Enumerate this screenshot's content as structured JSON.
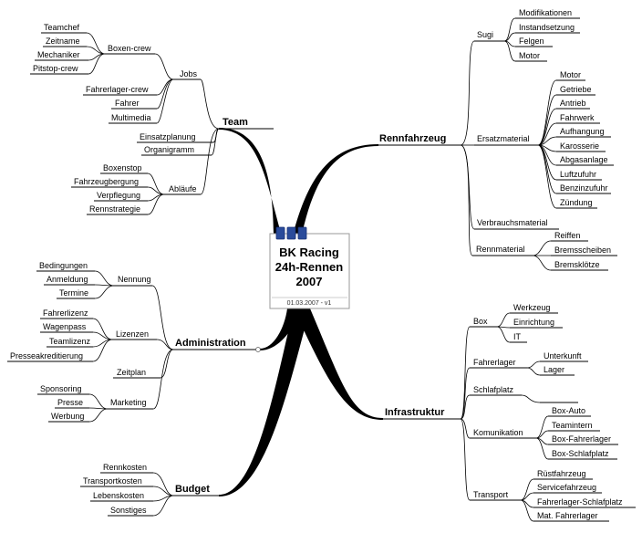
{
  "center": {
    "line1": "BK Racing",
    "line2": "24h-Rennen",
    "line3": "2007",
    "date": "01.03.2007 - v1"
  },
  "team": {
    "label": "Team",
    "jobs": {
      "label": "Jobs",
      "boxen_crew": {
        "label": "Boxen-crew",
        "items": [
          "Teamchef",
          "Zeitname",
          "Mechaniker",
          "Pitstop-crew"
        ]
      },
      "items": [
        "Fahrerlager-crew",
        "Fahrer",
        "Multimedia"
      ]
    },
    "einsatzplanung": "Einsatzplanung",
    "organigramm": "Organigramm",
    "ablaeufe": {
      "label": "Abläufe",
      "items": [
        "Boxenstop",
        "Fahrzeugbergung",
        "Verpflegung",
        "Rennstrategie"
      ]
    }
  },
  "administration": {
    "label": "Administration",
    "nennung": {
      "label": "Nennung",
      "items": [
        "Bedingungen",
        "Anmeldung",
        "Termine"
      ]
    },
    "lizenzen": {
      "label": "Lizenzen",
      "items": [
        "Fahrerlizenz",
        "Wagenpass",
        "Teamlizenz",
        "Presseakreditierung"
      ]
    },
    "zeitplan": "Zeitplan",
    "marketing": {
      "label": "Marketing",
      "items": [
        "Sponsoring",
        "Presse",
        "Werbung"
      ]
    }
  },
  "budget": {
    "label": "Budget",
    "items": [
      "Rennkosten",
      "Transportkosten",
      "Lebenskosten",
      "Sonstiges"
    ]
  },
  "rennfahrzeug": {
    "label": "Rennfahrzeug",
    "sugi": {
      "label": "Sugi",
      "items": [
        "Modifikationen",
        "Instandsetzung",
        "Felgen",
        "Motor"
      ]
    },
    "ersatzmaterial": {
      "label": "Ersatzmaterial",
      "items": [
        "Motor",
        "Getriebe",
        "Antrieb",
        "Fahrwerk",
        "Aufhangung",
        "Karosserie",
        "Abgasanlage",
        "Luftzufuhr",
        "Benzinzufuhr",
        "Zündung"
      ]
    },
    "verbrauchsmaterial": "Verbrauchsmaterial",
    "rennmaterial": {
      "label": "Rennmaterial",
      "items": [
        "Reiffen",
        "Bremsscheiben",
        "Bremsklötze"
      ]
    }
  },
  "infrastruktur": {
    "label": "Infrastruktur",
    "box": {
      "label": "Box",
      "items": [
        "Werkzeug",
        "Einrichtung",
        "IT"
      ]
    },
    "fahrerlager": {
      "label": "Fahrerlager",
      "items": [
        "Unterkunft",
        "Lager"
      ]
    },
    "schlafplatz": "Schlafplatz",
    "komunikation": {
      "label": "Komunikation",
      "items": [
        "Box-Auto",
        "Teamintern",
        "Box-Fahrerlager",
        "Box-Schlafplatz"
      ]
    },
    "transport": {
      "label": "Transport",
      "items": [
        "Rüstfahrzeug",
        "Servicefahrzeug",
        "Fahrerlager-Schlafplatz",
        "Mat. Fahrerlager"
      ]
    }
  }
}
